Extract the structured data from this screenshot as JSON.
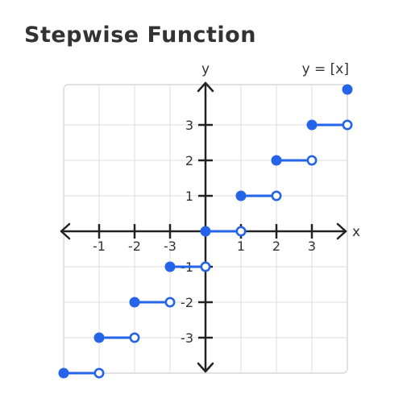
{
  "chart_data": {
    "type": "line",
    "title": "Stepwise Function",
    "xlabel": "x",
    "ylabel": "y",
    "function_label": "y = [x]",
    "xlim": [
      -4,
      4
    ],
    "ylim": [
      -4,
      4
    ],
    "x_ticks": [
      {
        "value": -3,
        "label": "-1"
      },
      {
        "value": -2,
        "label": "-2"
      },
      {
        "value": -1,
        "label": "-3"
      },
      {
        "value": 1,
        "label": "1"
      },
      {
        "value": 2,
        "label": "2"
      },
      {
        "value": 3,
        "label": "3"
      }
    ],
    "y_ticks": [
      {
        "value": 3,
        "label": "3"
      },
      {
        "value": 2,
        "label": "2"
      },
      {
        "value": 1,
        "label": "1"
      },
      {
        "value": -1,
        "label": "-1"
      },
      {
        "value": -2,
        "label": "-2"
      },
      {
        "value": -3,
        "label": "-3"
      }
    ],
    "grid": true,
    "color": "#2563eb",
    "segments": [
      {
        "x_start": -4,
        "x_end": -3,
        "y": -4
      },
      {
        "x_start": -3,
        "x_end": -2,
        "y": -3
      },
      {
        "x_start": -2,
        "x_end": -1,
        "y": -2
      },
      {
        "x_start": -1,
        "x_end": 0,
        "y": -1
      },
      {
        "x_start": 0,
        "x_end": 1,
        "y": 0
      },
      {
        "x_start": 1,
        "x_end": 2,
        "y": 1
      },
      {
        "x_start": 2,
        "x_end": 3,
        "y": 2
      },
      {
        "x_start": 3,
        "x_end": 4,
        "y": 3
      }
    ],
    "extra_points": [
      {
        "x": 4,
        "y": 4,
        "closed": true
      }
    ]
  }
}
